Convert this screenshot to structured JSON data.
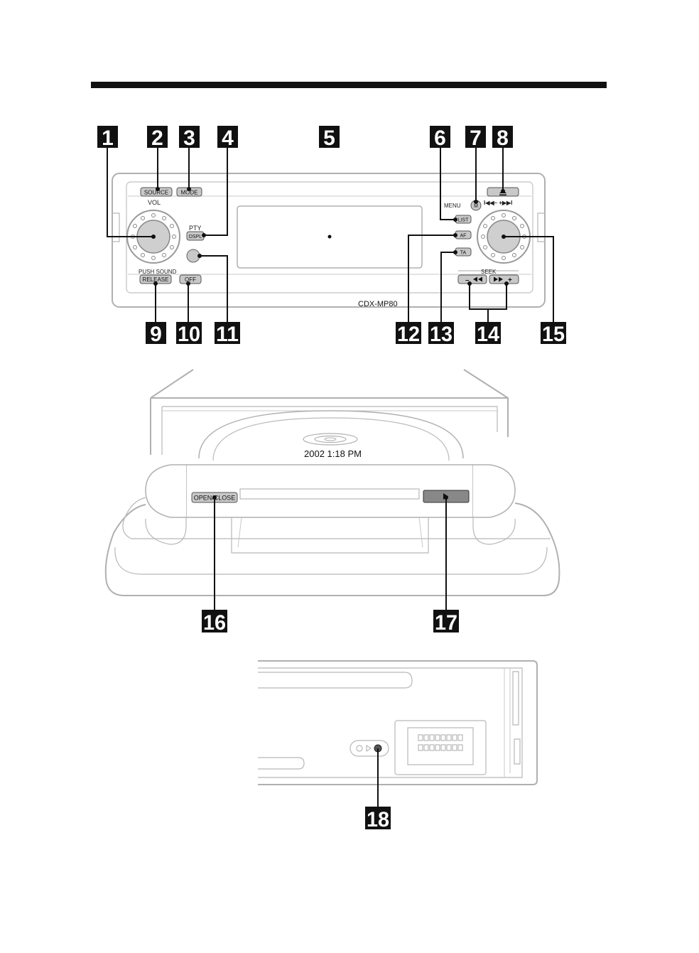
{
  "model": "CDX-MP80",
  "labels": {
    "vol": "VOL",
    "pty": "PTY",
    "menu": "MENU",
    "push_sound": "PUSH SOUND",
    "seek": "SEEK",
    "seek_minus": "–",
    "seek_plus": "+",
    "prev_next": "I◀◀–  +▶▶I"
  },
  "buttons": {
    "source": "SOURCE",
    "mode": "MODE",
    "dspl": "DSPL",
    "list": "LIST",
    "m": "M",
    "af": "AF",
    "ta": "TA",
    "release": "RELEASE",
    "off": "OFF",
    "open_close": "OPEN/CLOSE"
  },
  "disc_text": "2002  1:18 PM",
  "callouts": [
    "1",
    "2",
    "3",
    "4",
    "5",
    "6",
    "7",
    "8",
    "9",
    "10",
    "11",
    "12",
    "13",
    "14",
    "15",
    "16",
    "17",
    "18"
  ],
  "colors": {
    "badge": "#111111",
    "device_outline": "#b0b0b0",
    "button_fill": "#c8c8c8"
  }
}
